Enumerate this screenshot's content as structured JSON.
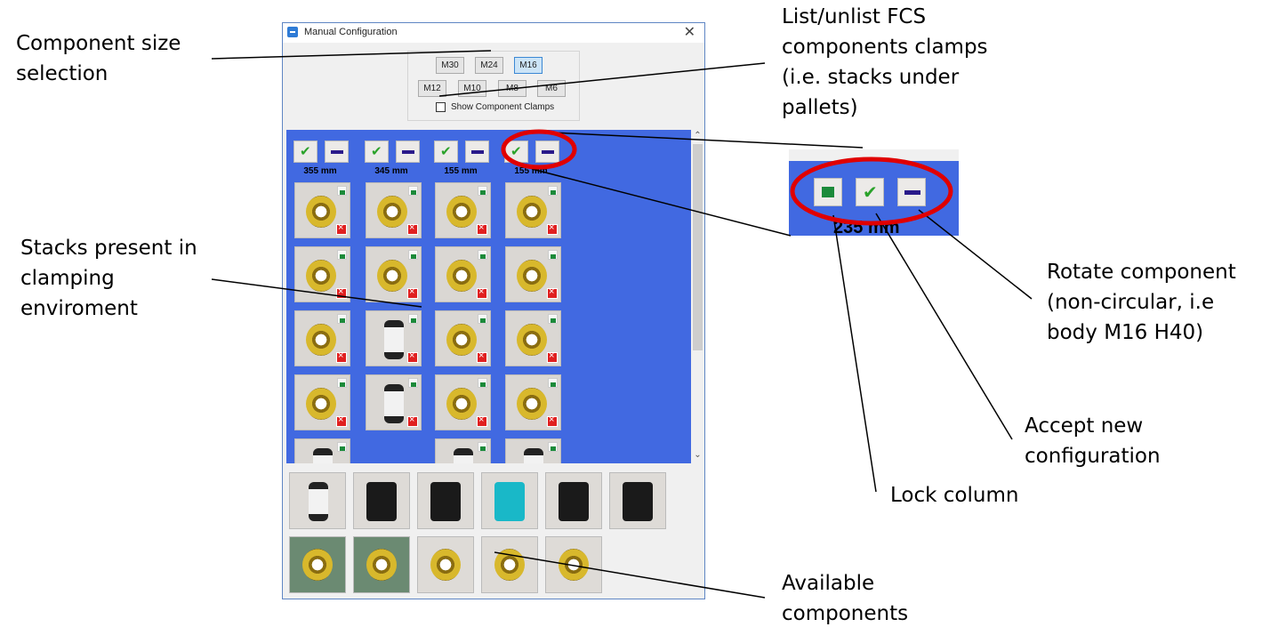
{
  "annotations": {
    "size_selection": "Component size\nselection",
    "list_unlist": "List/unlist FCS\ncomponents clamps\n(i.e. stacks under\npallets)",
    "stacks_present": "Stacks present in\nclamping\nenviroment",
    "rotate": "Rotate component\n(non-circular, i.e\nbody M16 H40)",
    "accept": "Accept new\nconfiguration",
    "lock": "Lock column",
    "available": "Available\ncomponents"
  },
  "dialog": {
    "title": "Manual Configuration",
    "sizes_row1": [
      "M30",
      "M24",
      "M16"
    ],
    "sizes_row2": [
      "M12",
      "M10",
      "M8",
      "M6"
    ],
    "selected_size": "M16",
    "show_clamps_label": "Show Component Clamps",
    "show_clamps_checked": false
  },
  "columns": [
    {
      "width_label": "355 mm",
      "tiles": [
        "ring",
        "ring",
        "ring",
        "ring",
        "cyl"
      ]
    },
    {
      "width_label": "345 mm",
      "tiles": [
        "ring",
        "ring",
        "cyl",
        "cyl"
      ]
    },
    {
      "width_label": "155 mm",
      "tiles": [
        "ring",
        "ring",
        "ring",
        "ring",
        "cyl"
      ]
    },
    {
      "width_label": "155 mm",
      "tiles": [
        "ring",
        "ring",
        "ring",
        "ring",
        "cyl"
      ]
    }
  ],
  "zoom_inset": {
    "width_label": "235 mm"
  },
  "available_components": [
    "cylinder",
    "clamp-block",
    "cylinder-dark",
    "cyan-block",
    "dark-fixture",
    "dark-cylinder",
    "gold-ring-green",
    "gold-ring-green",
    "ring",
    "ring",
    "ring"
  ],
  "colors": {
    "stack_bg": "#4169e1",
    "highlight": "#e00000"
  }
}
